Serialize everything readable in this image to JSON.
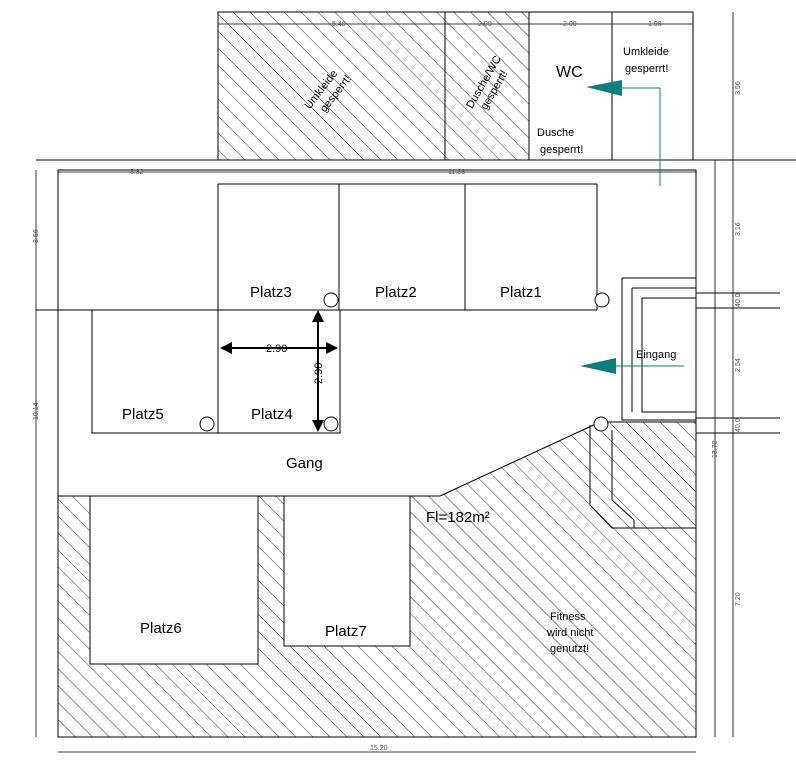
{
  "rooms": {
    "platz1": "Platz1",
    "platz2": "Platz2",
    "platz3": "Platz3",
    "platz4": "Platz4",
    "platz5": "Platz5",
    "platz6": "Platz6",
    "platz7": "Platz7",
    "gang": "Gang",
    "wc": "WC",
    "area": "Fl=182m²"
  },
  "notes": {
    "umkleide1": [
      "Umkleide",
      "gesperrt!"
    ],
    "dusche_wc": [
      "Dusche/WC",
      "gesperrt!"
    ],
    "dusche": [
      "Dusche",
      "gesperrt!"
    ],
    "umkleide2": [
      "Umkleide",
      "gesperrt!"
    ],
    "eingang": "Eingang",
    "fitness": [
      "Fitness",
      "wird nicht",
      "genutzt!"
    ]
  },
  "dimensions": {
    "top": [
      "5.40",
      "2.00",
      "2.00",
      "1.98"
    ],
    "upper_left": "3.82",
    "upper_main": "11.38",
    "left_upper": "3.56",
    "left_lower": "10.14",
    "bottom": "15.20",
    "right_top": "3.56",
    "right_total": "13.70",
    "right_segments": [
      "3.16",
      "40.0",
      "2.54",
      "40.0",
      "7.20"
    ],
    "inner_h": "2.90",
    "inner_v": "2.90"
  },
  "colors": {
    "arrow": "#0e7f7a"
  }
}
